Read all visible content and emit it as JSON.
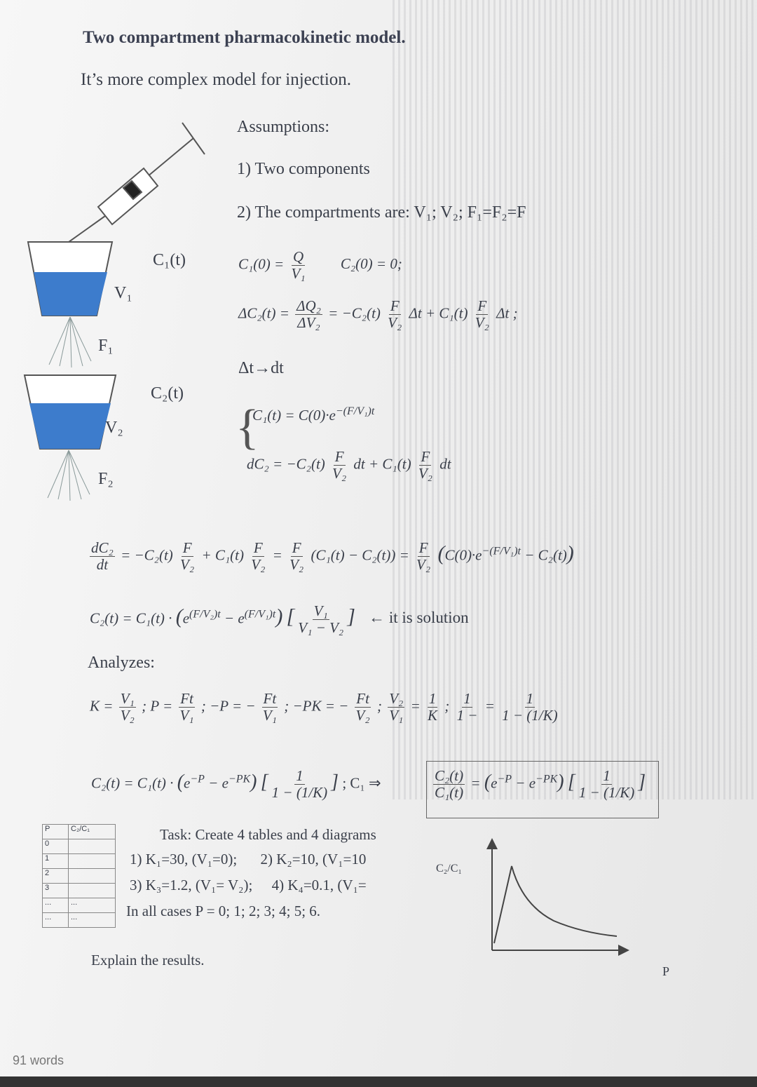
{
  "title": "Two compartment pharmacokinetic model.",
  "subtitle": "It’s more complex model for injection.",
  "assumptions": {
    "heading": "Assumptions:",
    "item1": "1) Two components",
    "item2": "2) The compartments are: V₁; V₂; F₁=F₂=F"
  },
  "diagram": {
    "c1_label": "C₁(t)",
    "v1_label": "V₁",
    "f1_label": "F₁",
    "c2_label": "C₂(t)",
    "v2_label": "V₂",
    "f2_label": "F₂",
    "water_color": "#3d7ccc"
  },
  "equations": {
    "c1_zero": "C₁(0) =",
    "c1_zero_num": "Q",
    "c1_zero_den": "V₁",
    "c2_zero": "C₂(0) = 0;",
    "delta": "ΔC₂(t) =",
    "delta_num": "ΔQ₂",
    "delta_den": "ΔV₂",
    "delta_rhs1": "= −C₂(t)",
    "f": "F",
    "v2": "V₂",
    "v1": "V₁",
    "delta_rhs2": "Δt + C₁(t)",
    "delta_rhs3": "Δt ;",
    "limit": "Δt→dt",
    "sys1": "C₁(t) = C(0)·e",
    "sys1_exp": "−(F/V₁)t",
    "sys2a": "dC₂ = −C₂(t)",
    "sys2b": "dt + C₁(t)",
    "sys2c": "dt",
    "dc2": "dC₂",
    "dt": "dt",
    "ode_a": "= −C₂(t)",
    "ode_b": "+ C₁(t)",
    "ode_c": "=",
    "ode_d": "(C₁(t) − C₂(t)) =",
    "ode_e": "C(0)·e",
    "ode_exp": "−(F/V₁)t",
    "ode_f": "− C₂(t)",
    "sol_lhs": "C₂(t) = C₁(t) ·",
    "sol_e1": "e",
    "sol_exp1": "(F/V₂)t",
    "sol_minus": "− e",
    "sol_exp2": "(F/V₁)t",
    "sol_frac_den": "V₁ − V₂",
    "sol_note": "← it is solution"
  },
  "analyzes": {
    "heading": "Analyzes:",
    "k": "K =",
    "p": "; P =",
    "ft": "Ft",
    "negp": "; −P = −",
    "negpk": "; −PK = −",
    "ratio": ";",
    "one_over_k_num": "1",
    "one_over_k_den": "K",
    "one": "1",
    "one_minus": "1 −",
    "final_lhs": "C₂(t) = C₁(t) ·",
    "final_exp1": "e",
    "final_sup1": "−P",
    "final_minus": "− e",
    "final_sup2": "−PK",
    "final_den": "1 − (1/K)",
    "arrow": "; C₁ ⇒",
    "ratio_num": "C₂(t)",
    "ratio_den": "C₁(t)",
    "eq": "="
  },
  "table": {
    "col1": "P",
    "col2": "C₂/C₁",
    "rows": [
      "0",
      "1",
      "2",
      "3",
      "...",
      "..."
    ],
    "dots": "..."
  },
  "task": {
    "heading": "Task: Create 4 tables and 4 diagrams",
    "line1a": "1) K₁=30, (V₁=0);",
    "line1b": "2) K₂=10, (V₁=10",
    "line2a": "3) K₃=1.2, (V₁= V₂);",
    "line2b": "4) K₄=0.1, (V₁=",
    "line3": "In all cases  P = 0; 1; 2; 3; 4; 5; 6.",
    "explain": "Explain the results.",
    "graph_ylabel": "C₂/C₁",
    "graph_xlabel": "P"
  },
  "status": {
    "words": "91 words"
  }
}
